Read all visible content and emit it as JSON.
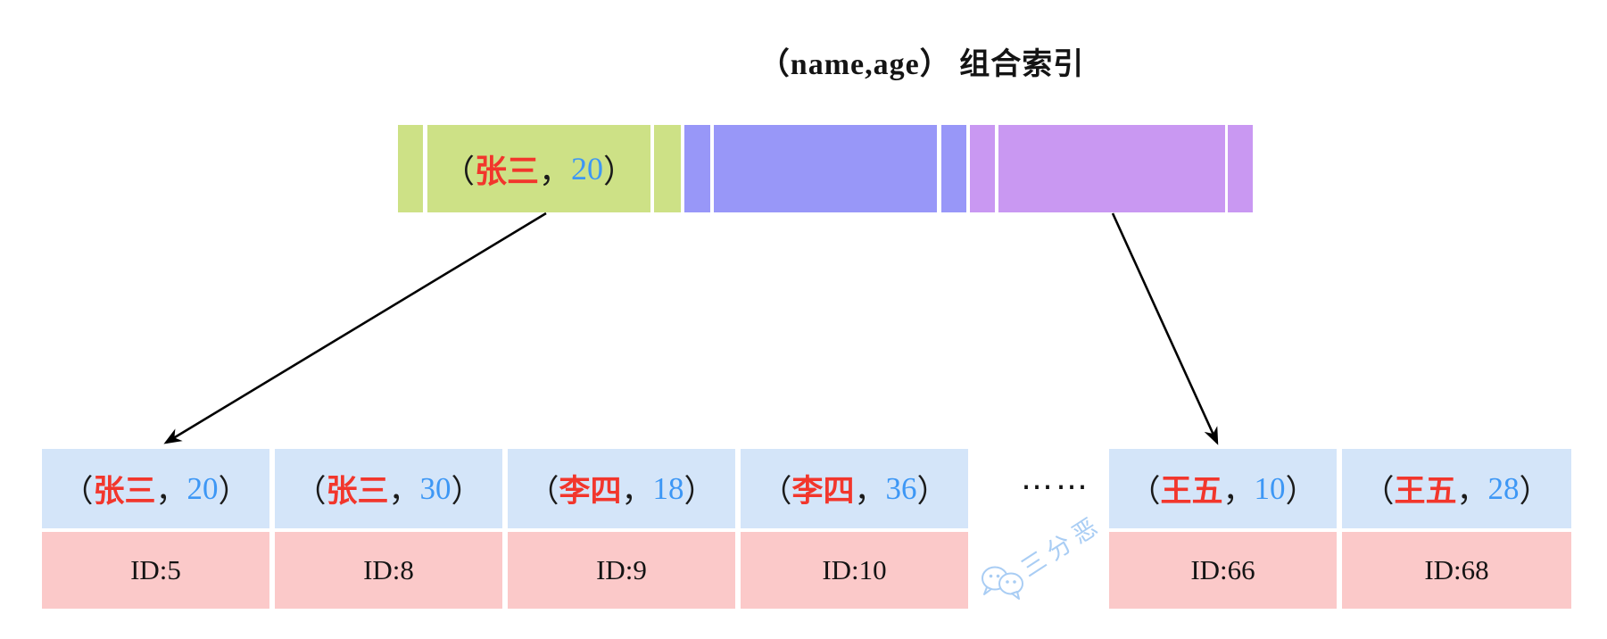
{
  "title": "（name,age） 组合索引",
  "punctuation": {
    "open": "（",
    "comma": "，",
    "close": "）"
  },
  "ellipsis": "……",
  "index_bar": {
    "record": {
      "name": "张三",
      "age": "20"
    }
  },
  "leaf_table": {
    "cells": [
      {
        "name": "张三",
        "age": "20",
        "id": "ID:5"
      },
      {
        "name": "张三",
        "age": "30",
        "id": "ID:8"
      },
      {
        "name": "李四",
        "age": "18",
        "id": "ID:9"
      },
      {
        "name": "李四",
        "age": "36",
        "id": "ID:10"
      },
      {
        "name": "王五",
        "age": "10",
        "id": "ID:66"
      },
      {
        "name": "王五",
        "age": "28",
        "id": "ID:68"
      }
    ]
  },
  "watermark": {
    "label": "三分恶",
    "icon": "wechat-icon"
  },
  "colors": {
    "index_page_green": "#cde186",
    "index_page_blue": "#9897f8",
    "index_page_purple": "#c998f2",
    "leaf_key_blue": "#d4e5f9",
    "leaf_id_pink": "#fbc9c9",
    "name_red": "#f2362c",
    "age_blue": "#3d97f5",
    "watermark_blue": "#a9cdf4",
    "arrow_black": "#000000"
  }
}
